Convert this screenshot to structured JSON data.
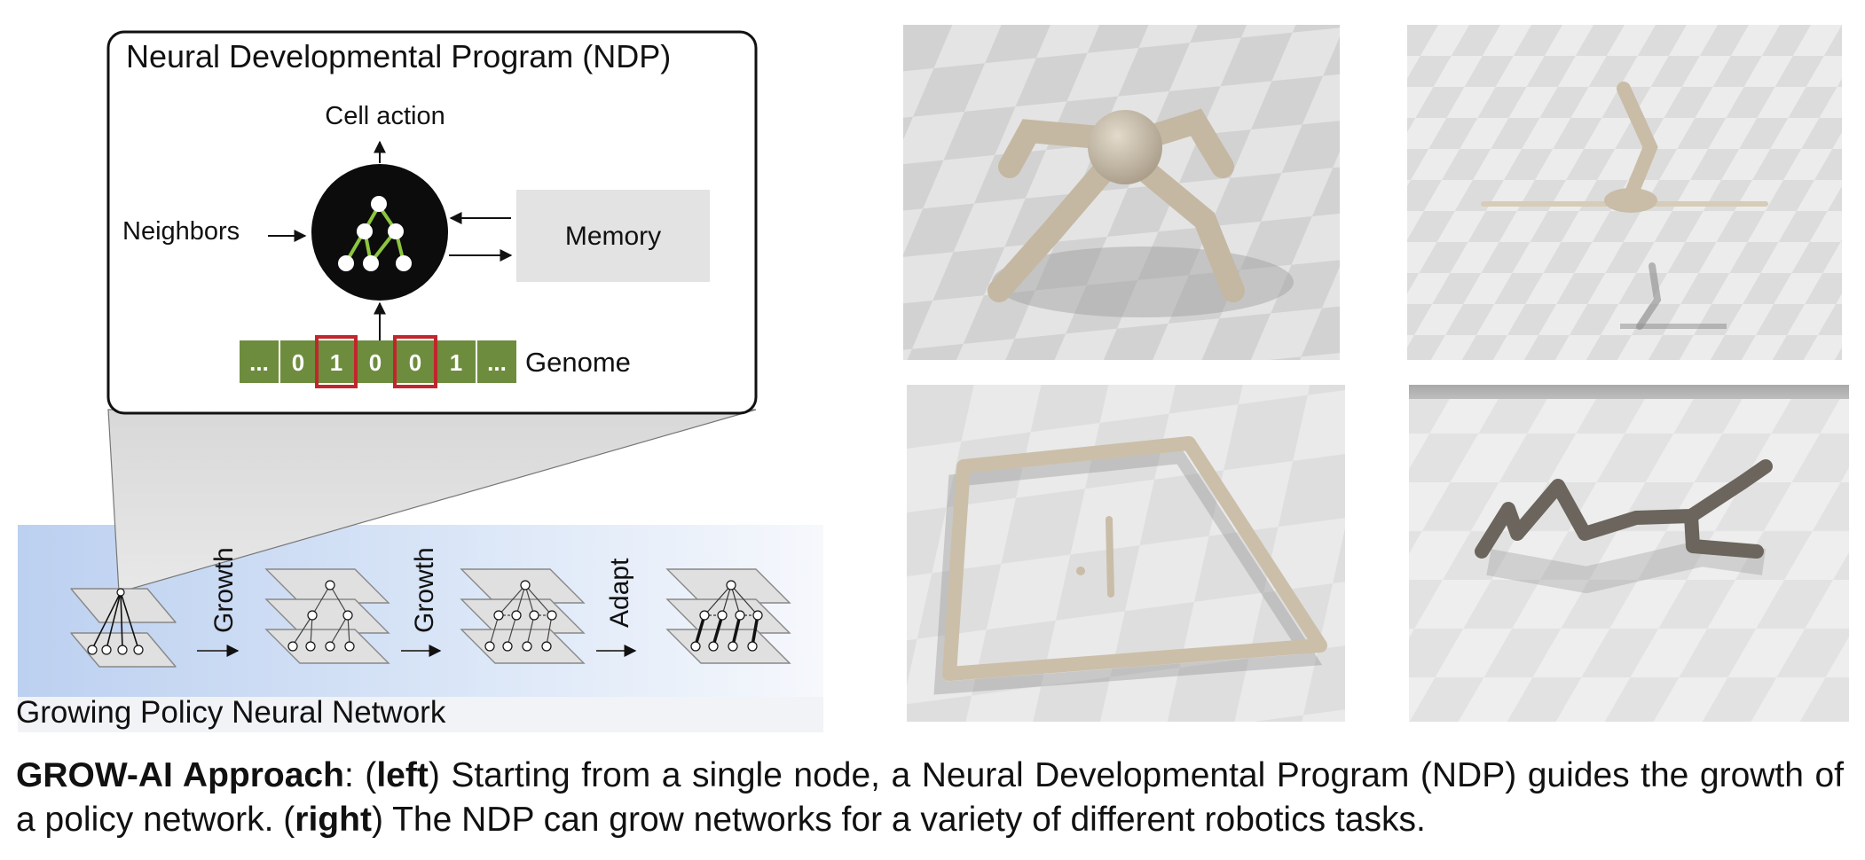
{
  "ndp": {
    "title": "Neural Developmental Program (NDP)",
    "cell_action": "Cell action",
    "neighbors": "Neighbors",
    "memory": "Memory",
    "genome_label": "Genome",
    "genome_bits": [
      "...",
      "0",
      "1",
      "0",
      "0",
      "1",
      "..."
    ]
  },
  "stage_labels": {
    "growth1": "Growth",
    "growth2": "Growth",
    "adapt": "Adapt"
  },
  "network_label": "Growing Policy Neural Network",
  "panels": [
    {
      "name": "quadruped"
    },
    {
      "name": "hopper"
    },
    {
      "name": "ring-arena"
    },
    {
      "name": "zigzag-walker"
    }
  ],
  "caption": {
    "lead": "GROW-AI Approach",
    "p1": ": (",
    "left": "left",
    "p2": ") Starting from a single node, a Neural Developmental Program (NDP) guides the growth of a policy network. (",
    "right": "right",
    "p3": ") The NDP can grow networks for a variety of different robotics tasks."
  },
  "colors": {
    "genome_green": "#6e8c3e",
    "highlight_red": "#c0272d",
    "robot_beige": "#c9bda8",
    "dark_robot": "#6b655d",
    "banner_blue": "#c5d6f2"
  }
}
